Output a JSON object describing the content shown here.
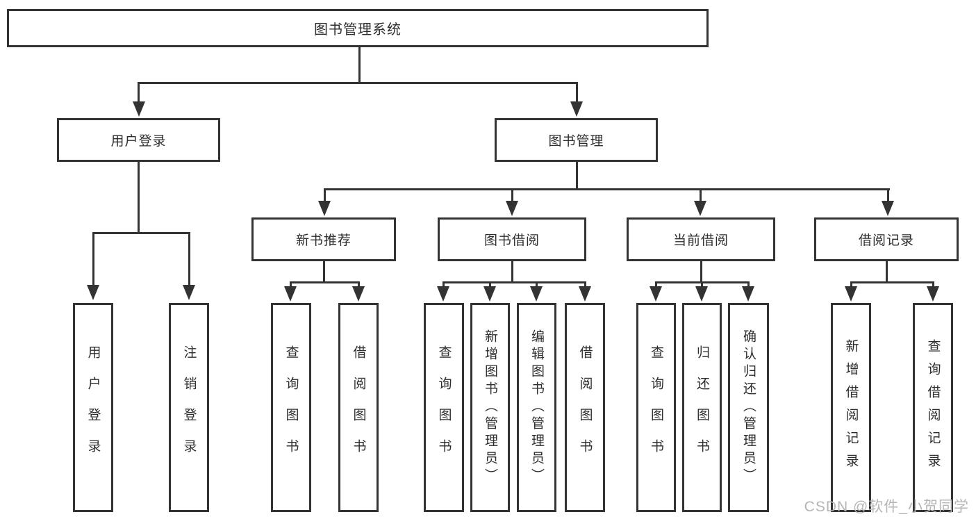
{
  "diagram": {
    "title": "图书管理系统",
    "level2": {
      "user_login": "用户登录",
      "book_mgmt": "图书管理"
    },
    "level3": {
      "new_books": "新书推荐",
      "borrow": "图书借阅",
      "current": "当前借阅",
      "records": "借阅记录"
    },
    "leaves": {
      "user_login_1": "用户登录",
      "user_login_2": "注销登录",
      "new_books_1": "查询图书",
      "new_books_2": "借阅图书",
      "borrow_1": "查询图书",
      "borrow_2": "新增图书（管理员）",
      "borrow_3": "编辑图书（管理员）",
      "borrow_4": "借阅图书",
      "current_1": "查询图书",
      "current_2": "归还图书",
      "current_3": "确认归还（管理员）",
      "records_1": "新增借阅记录",
      "records_2": "查询借阅记录"
    }
  },
  "watermark": "CSDN @软件_小贺同学",
  "colors": {
    "line": "#333333",
    "box_border": "#333333",
    "text": "#2d2d2d",
    "watermark": "#b5b5b5",
    "background": "#ffffff"
  }
}
